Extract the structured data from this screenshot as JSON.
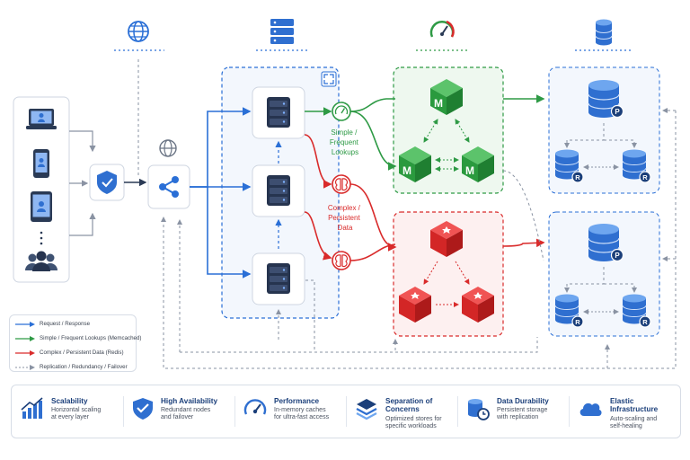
{
  "labels": {
    "memcached_route": [
      "Simple /",
      "Frequent",
      "Lookups"
    ],
    "redis_route": [
      "Complex /",
      "Persistent",
      "Data"
    ],
    "memcached_node": "M",
    "primary_badge": "P",
    "replica_badge": "R"
  },
  "legend": [
    {
      "label": "Request / Response",
      "color": "#2a6fd6",
      "style": "solid"
    },
    {
      "label": "Simple / Frequent Lookups (Memcached)",
      "color": "#2e9a45",
      "style": "solid"
    },
    {
      "label": "Complex / Persistent Data (Redis)",
      "color": "#d92b2b",
      "style": "solid"
    },
    {
      "label": "Replication / Redundancy / Failover",
      "color": "#8a93a3",
      "style": "dashed"
    }
  ],
  "features": [
    {
      "title": "Scalability",
      "desc": [
        "Horizontal scaling",
        "at every layer"
      ],
      "icon": "chart-up-icon"
    },
    {
      "title": "High Availability",
      "desc": [
        "Redundant nodes",
        "and failover"
      ],
      "icon": "shield-check-icon"
    },
    {
      "title": "Performance",
      "desc": [
        "In-memory caches",
        "for ultra-fast access"
      ],
      "icon": "speedometer-icon"
    },
    {
      "title": "Separation of Concerns",
      "desc": [
        "Optimized stores for",
        "specific workloads"
      ],
      "icon": "layers-icon"
    },
    {
      "title": "Data Durability",
      "desc": [
        "Persistent storage",
        "with replication"
      ],
      "icon": "database-clock-icon"
    },
    {
      "title": "Elastic Infrastructure",
      "desc": [
        "Auto-scaling and",
        "self-healing"
      ],
      "icon": "cloud-icon"
    }
  ],
  "colors": {
    "request": "#2a6fd6",
    "memcached": "#2e9a45",
    "redis": "#d92b2b",
    "replication": "#8a93a3",
    "accent": "#1b3f7a"
  }
}
